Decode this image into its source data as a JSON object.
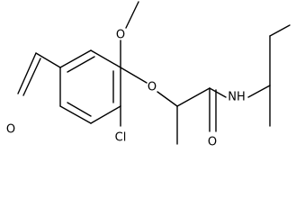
{
  "molecule": {
    "atoms": {
      "methoxy_oxygen": "O",
      "ether_oxygen": "O",
      "aldehyde_oxygen": "O",
      "chlorine": "Cl",
      "carbonyl_oxygen": "O",
      "amide_nitrogen": "NH"
    }
  },
  "colors": {
    "ink": "#000000",
    "background": "#ffffff"
  }
}
